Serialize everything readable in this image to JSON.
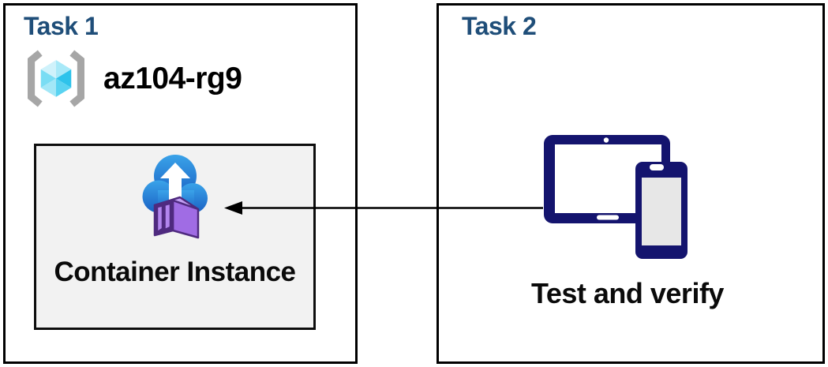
{
  "task1": {
    "title": "Task 1",
    "resource_group": {
      "name": "az104-rg9",
      "icon": "resource-group-icon"
    },
    "container_instance": {
      "label": "Container Instance",
      "icon": "container-instance-icon",
      "panel_bg": "#f2f2f2"
    }
  },
  "task2": {
    "title": "Task 2",
    "action_label": "Test and verify",
    "icon": "tablet-phone-icon"
  },
  "connector": {
    "from": "task2-devices",
    "to": "container-instance",
    "direction": "right-to-left",
    "style": "solid-line-with-left-arrowhead"
  },
  "colors": {
    "box_border": "#000000",
    "task_title_blue": "#1f4e79",
    "panel_gray": "#f2f2f2",
    "device_navy": "#14146e",
    "cloud_blue_top": "#3aa3e9",
    "cloud_blue_bottom": "#1a61c4",
    "container_purple_face": "#a06ce4",
    "container_purple_top": "#c2a0f2",
    "container_purple_frame": "#4f2a7f",
    "container_panel_light": "#b285ee",
    "cube_cyan_light": "#cff2fb",
    "cube_cyan_dark": "#2ec3eb",
    "bracket_gray": "#a6a6a6",
    "text_black": "#0a0a0a"
  }
}
